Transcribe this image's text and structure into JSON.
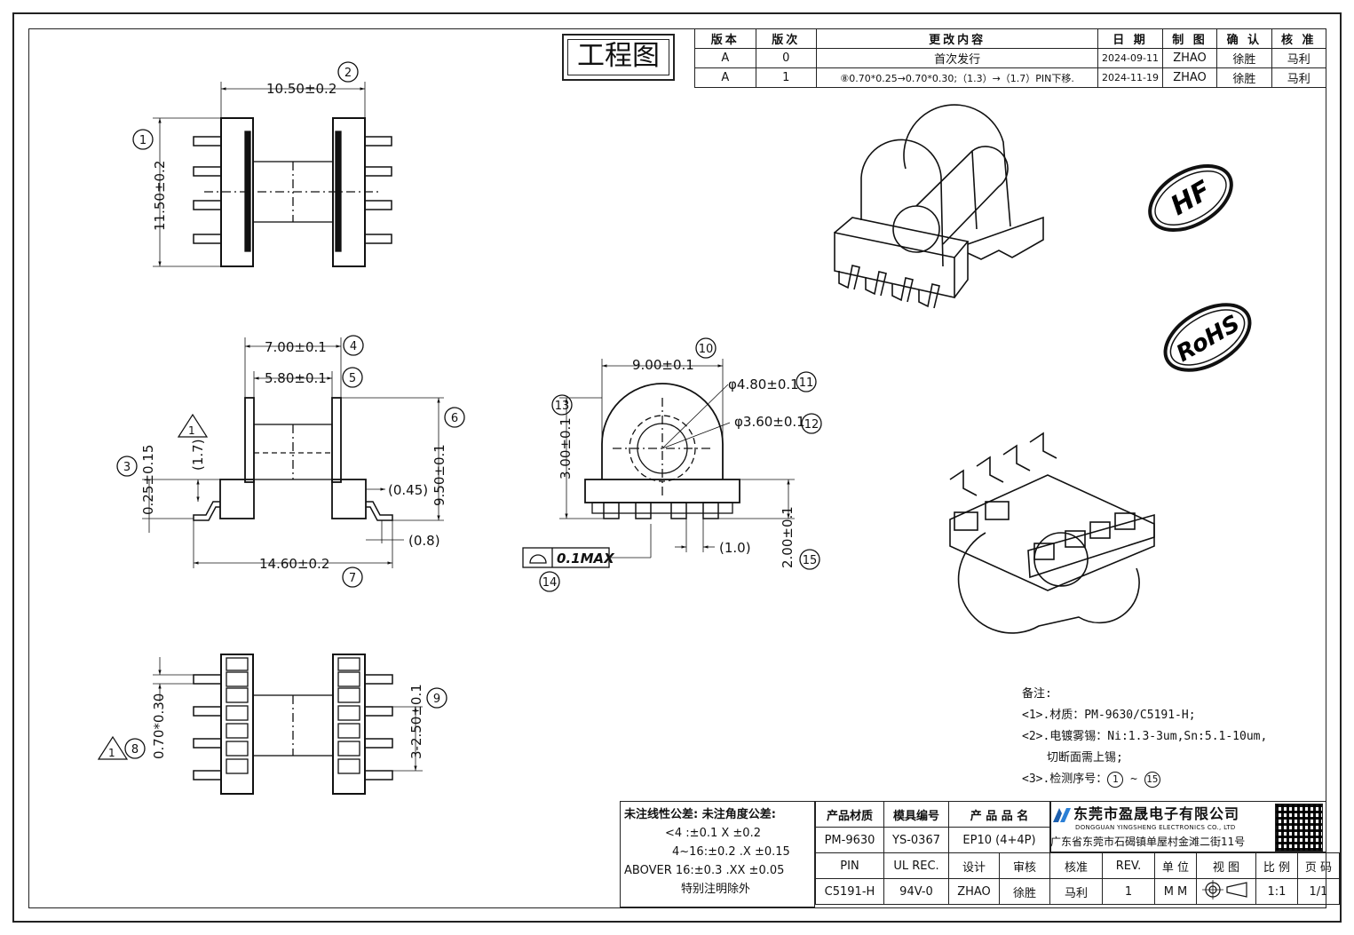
{
  "title_block": {
    "drawing_title": "工程图"
  },
  "revision_table": {
    "headers": [
      "版本",
      "版次",
      "更改内容",
      "日 期",
      "制 图",
      "确 认",
      "核 准"
    ],
    "rows": [
      [
        "A",
        "0",
        "首次发行",
        "2024-09-11",
        "ZHAO",
        "徐胜",
        "马利"
      ],
      [
        "A",
        "1",
        "⑧0.70*0.25→0.70*0.30;（1.3）→（1.7）PIN下移.",
        "2024-11-19",
        "ZHAO",
        "徐胜",
        "马利"
      ]
    ]
  },
  "dimensions": {
    "top_width": "10.50±0.2",
    "top_height": "11.50±0.2",
    "side_flange_outer": "7.00±0.1",
    "side_flange_inner": "5.80±0.1",
    "side_height": "9.50±0.1",
    "side_pin_offset": "0.25±0.15",
    "side_pin_rise": "(1.7)",
    "side_pin_bend": "(0.45)",
    "side_pin_tip": "(0.8)",
    "side_overall": "14.60±0.2",
    "front_width": "9.00±0.1",
    "front_outer_dia": "φ4.80±0.1",
    "front_inner_dia": "φ3.60±0.1",
    "front_core_height": "3.00±0.1",
    "front_pin_pitch": "(1.0)",
    "front_base_height": "2.00±0.1",
    "flatness": "0.1MAX",
    "bottom_pin_size": "0.70*0.30",
    "bottom_pin_pitch": "3-2.50±0.1"
  },
  "inspection_numbers": [
    "1",
    "2",
    "3",
    "4",
    "5",
    "6",
    "7",
    "8",
    "9",
    "10",
    "11",
    "12",
    "13",
    "14",
    "15"
  ],
  "revision_mark": "1",
  "badges": {
    "hf": "HF",
    "rohs": "RoHS"
  },
  "notes": {
    "heading": "备注:",
    "line1": "<1>.材质：PM-9630/C5191-H;",
    "line2": "<2>.电镀雾锡：Ni:1.3-3um,Sn:5.1-10um,",
    "line3": "切断面需上锡;",
    "line4_prefix": "<3>.检测序号：",
    "line4_from": "1",
    "line4_sep": "~",
    "line4_to": "15"
  },
  "tolerance": {
    "heading": "未注线性公差:  未注角度公差:",
    "row1": "<4 :±0.1  X ±0.2",
    "row2": "4~16:±0.2  .X ±0.15",
    "row3": "ABOVER 16:±0.3  .XX ±0.05",
    "row4": "特别注明除外"
  },
  "title_table": {
    "r1": [
      "产品材质",
      "模具编号",
      "产 品 品 名"
    ],
    "r2": [
      "PM-9630",
      "YS-0367",
      "EP10 (4+4P)"
    ],
    "r3": [
      "PIN",
      "UL REC.",
      "设计",
      "审核",
      "核准",
      "REV.",
      "单 位",
      "视 图",
      "比 例",
      "页 码"
    ],
    "r4": [
      "C5191-H",
      "94V-0",
      "ZHAO",
      "徐胜",
      "马利",
      "1",
      "M M",
      "",
      "1:1",
      "1/1"
    ]
  },
  "company": {
    "name_cn": "东莞市盈晟电子有限公司",
    "name_en": "DONGGUAN YINGSHENG ELECTRONICS CO., LTD",
    "address": "广东省东莞市石碣镇单屋村金滩二街11号"
  }
}
